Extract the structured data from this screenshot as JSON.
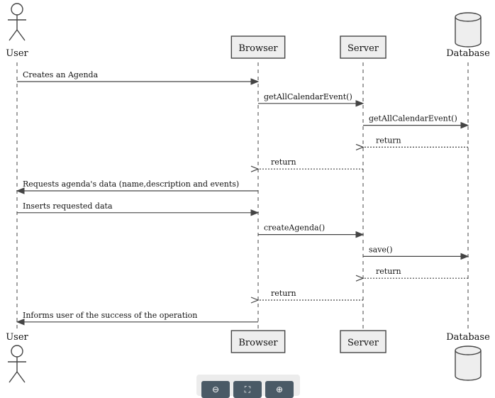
{
  "participants": [
    {
      "id": "user",
      "label": "User",
      "kind": "actor"
    },
    {
      "id": "browser",
      "label": "Browser",
      "kind": "box"
    },
    {
      "id": "server",
      "label": "Server",
      "kind": "box"
    },
    {
      "id": "database",
      "label": "Database",
      "kind": "database"
    }
  ],
  "messages": [
    {
      "from": "user",
      "to": "browser",
      "label": "Creates an Agenda",
      "kind": "call"
    },
    {
      "from": "browser",
      "to": "server",
      "label": "getAllCalendarEvent()",
      "kind": "call"
    },
    {
      "from": "server",
      "to": "database",
      "label": "getAllCalendarEvent()",
      "kind": "call"
    },
    {
      "from": "database",
      "to": "server",
      "label": "return",
      "kind": "return"
    },
    {
      "from": "server",
      "to": "browser",
      "label": "return",
      "kind": "return"
    },
    {
      "from": "browser",
      "to": "user",
      "label": "Requests agenda's data (name,description and events)",
      "kind": "call"
    },
    {
      "from": "user",
      "to": "browser",
      "label": "Inserts requested data",
      "kind": "call"
    },
    {
      "from": "browser",
      "to": "server",
      "label": "createAgenda()",
      "kind": "call"
    },
    {
      "from": "server",
      "to": "database",
      "label": "save()",
      "kind": "call"
    },
    {
      "from": "database",
      "to": "server",
      "label": "return",
      "kind": "return"
    },
    {
      "from": "server",
      "to": "browser",
      "label": "return",
      "kind": "return"
    },
    {
      "from": "browser",
      "to": "user",
      "label": "Informs user of the success of the operation",
      "kind": "call"
    }
  ],
  "toolbar": {
    "zoom_out_icon": "zoom-out-icon",
    "fit_icon": "fit-screen-icon",
    "zoom_in_icon": "zoom-in-icon"
  },
  "colors": {
    "line": "#444444",
    "box_fill": "#eeeeee",
    "toolbar_button": "#4a5a66"
  }
}
